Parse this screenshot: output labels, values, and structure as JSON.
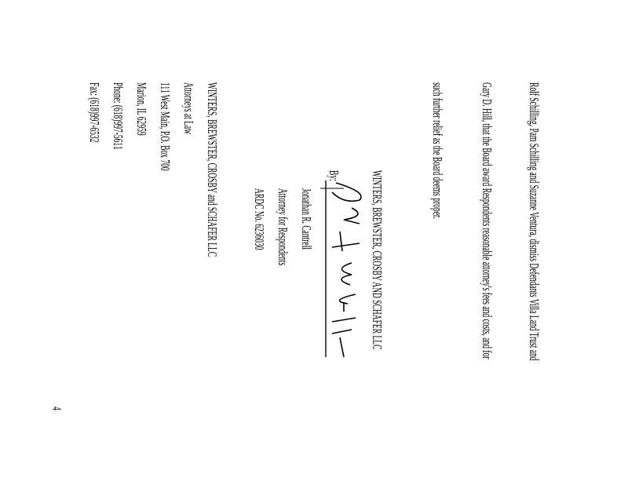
{
  "body_paragraph": {
    "lines": [
      "Rolf Schilling, Pam Schilling and Suzanne Ventura, dismiss Defendants Villa Land Trust and",
      "Gary D. Hill, that the Board award Respondents reasonable attorney's fees and costs, and for",
      "such further relief as the Board deems proper."
    ]
  },
  "signature_block": {
    "firm": "WINTERS, BREWSTER, CROSBY AND SCHAFER LLC",
    "by_label": "By:",
    "signer": "Jonathan R. Cantrell",
    "role": "Attorney for Respondents",
    "ardc": "ARDC No. 6236030"
  },
  "firm_address": {
    "name": "WINTERS, BREWSTER, CROSBY and SCHAFER LLC",
    "subtitle": "Attorneys at Law",
    "street": "111 West Main, P.O. Box 700",
    "city": "Marion, IL 62959",
    "phone": "Phone: (618)997-5611",
    "fax": "Fax: (618)997-6532"
  },
  "page_number": "4"
}
